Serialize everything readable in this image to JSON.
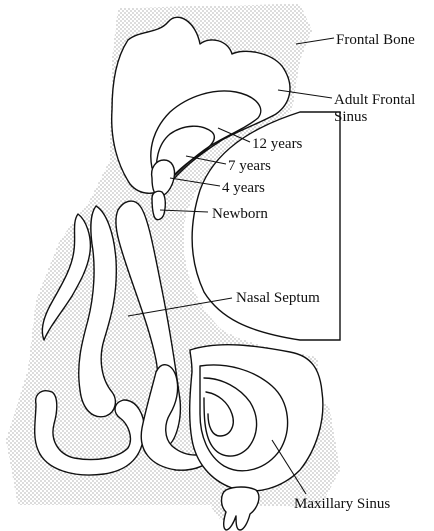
{
  "labels": {
    "frontal_bone": "Frontal Bone",
    "adult_frontal_sinus_line1": "Adult Frontal",
    "adult_frontal_sinus_line2": "Sinus",
    "age_12": "12 years",
    "age_7": "7 years",
    "age_4": "4 years",
    "newborn": "Newborn",
    "nasal_septum": "Nasal Septum",
    "maxillary_sinus": "Maxillary Sinus"
  },
  "colors": {
    "ink": "#111111",
    "stipple": "#555555",
    "background": "#ffffff"
  }
}
